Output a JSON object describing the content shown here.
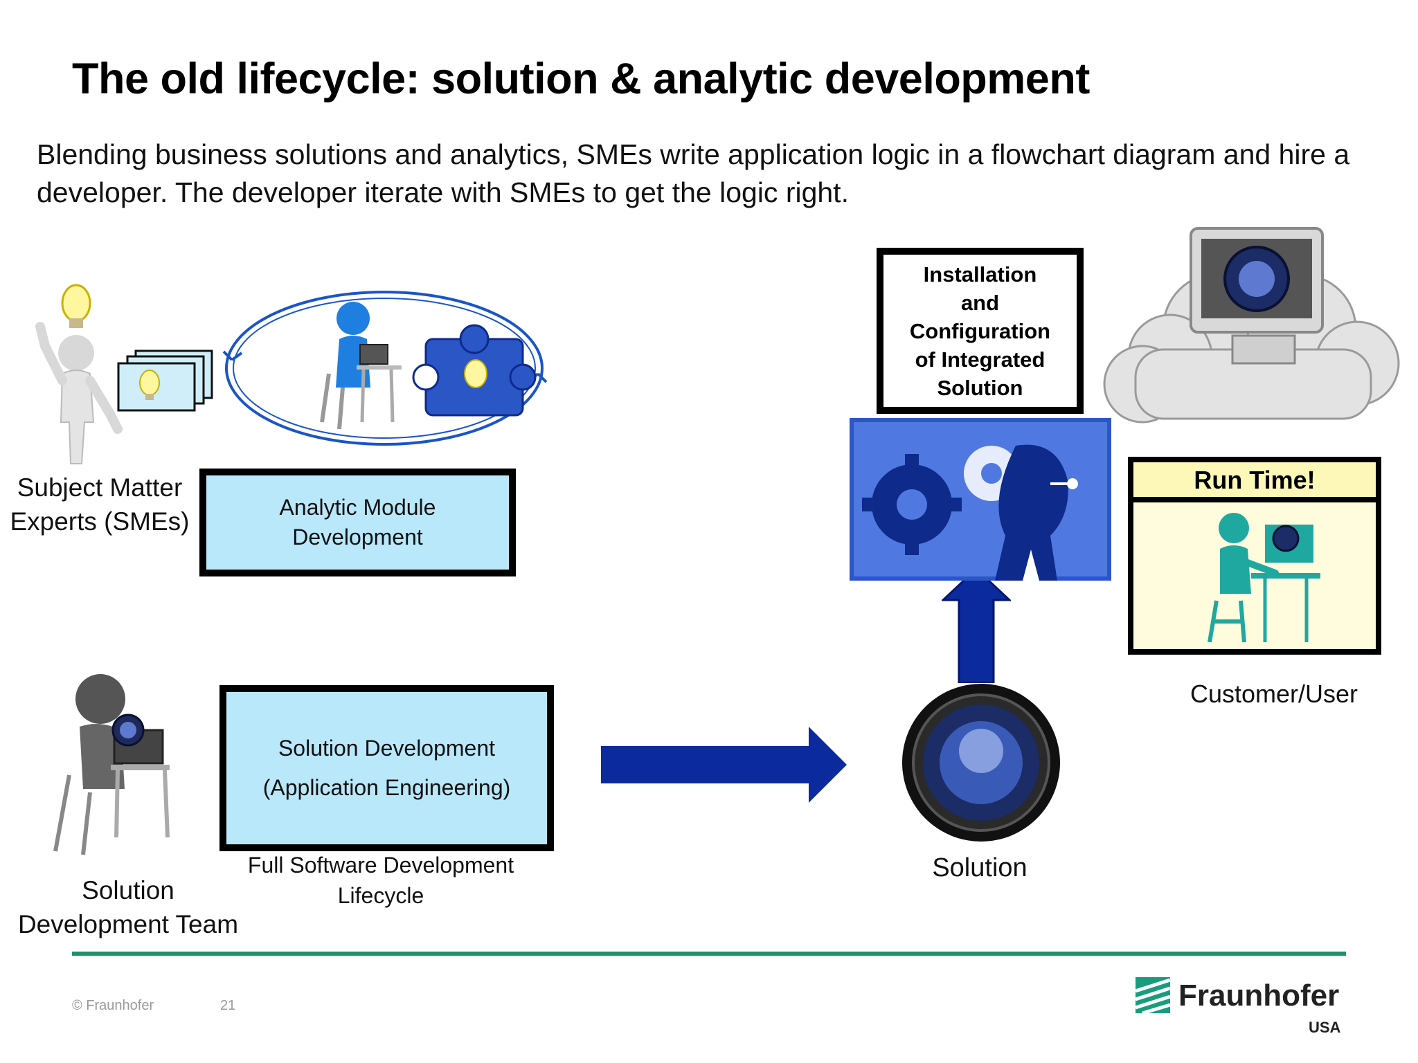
{
  "slide": {
    "title": "The old lifecycle: solution & analytic development",
    "subtitle": "Blending business solutions and analytics, SMEs write application logic in a flowchart diagram and hire a developer. The developer iterate with SMEs to get the logic right."
  },
  "labels": {
    "smes_line1": "Subject Matter",
    "smes_line2": "Experts (SMEs)",
    "team_line1": "Solution",
    "team_line2": "Development Team",
    "full_sdlc_line1": "Full Software Development",
    "full_sdlc_line2": "Lifecycle",
    "solution": "Solution",
    "customer": "Customer/User"
  },
  "boxes": {
    "analytic_line1": "Analytic Module",
    "analytic_line2": "Development",
    "solution_dev_line1": "Solution Development",
    "solution_dev_line2": "(Application Engineering)",
    "install_line1": "Installation",
    "install_line2": "and",
    "install_line3": "Configuration",
    "install_line4": "of Integrated",
    "install_line5": "Solution",
    "runtime": "Run Time!"
  },
  "footer": {
    "copyright": "© Fraunhofer",
    "page": "21",
    "logo_name": "Fraunhofer",
    "logo_sub": "USA"
  },
  "colors": {
    "box_fill": "#b9e8fb",
    "arrow_blue": "#0a2a9e",
    "footer_line": "#1f8f6e",
    "runtime_fill": "#fefcdc",
    "logo_green": "#179c7d"
  }
}
